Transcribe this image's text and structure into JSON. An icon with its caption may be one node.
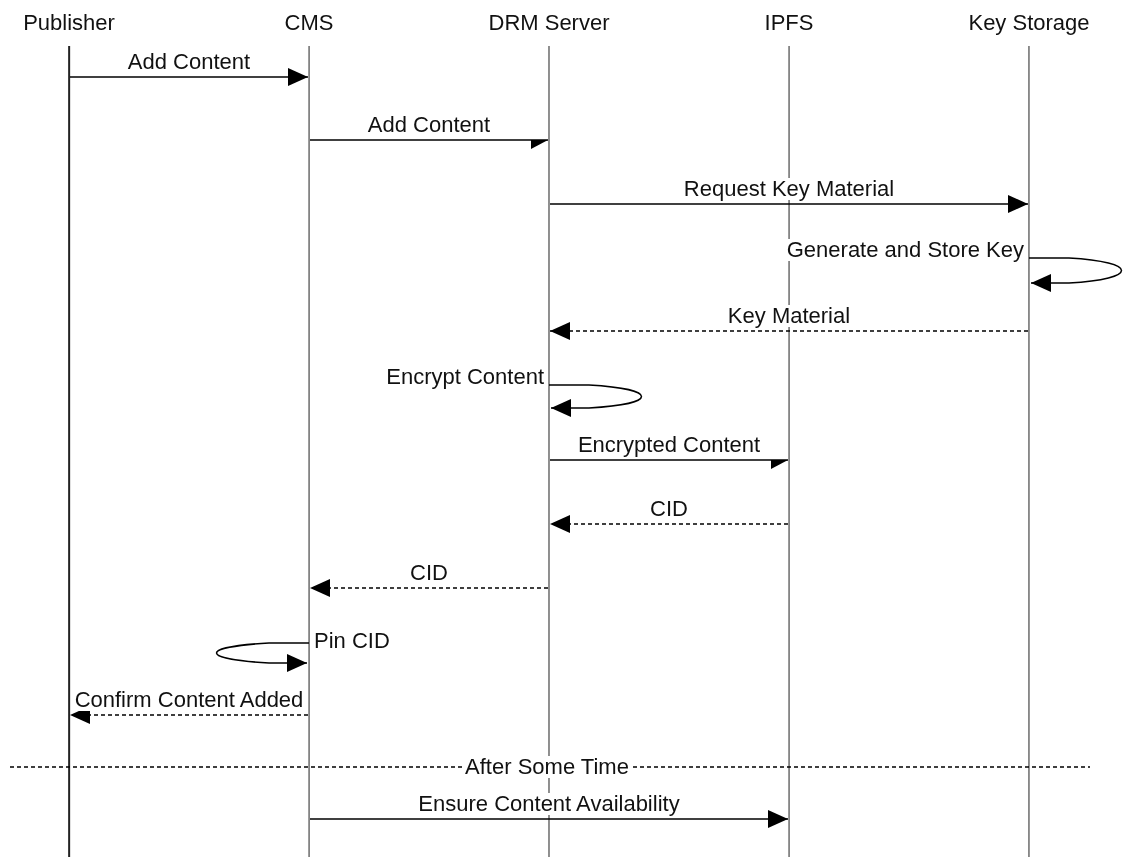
{
  "diagram": {
    "nodes": [
      {
        "text": [
          "Publisher"
        ]
      },
      {
        "text": [
          "CMS"
        ]
      },
      {
        "text": [
          "DRM Server"
        ]
      },
      {
        "text": [
          "IPFS"
        ]
      },
      {
        "text": [
          "Key Storage"
        ]
      }
    ],
    "edges": [
      {
        "from": 0,
        "to": 1,
        "arrow": "to",
        "label": "Add Content"
      },
      {
        "from": 1,
        "to": 2,
        "arrow": "to",
        "label": "Add Content"
      },
      {
        "from": 2,
        "to": 4,
        "arrow": "to",
        "label": "Request Key Material"
      },
      {
        "from": 4,
        "to": 4,
        "arrow": "to",
        "label": "Generate and Store Key"
      },
      {
        "from": 4,
        "to": 2,
        "arrow": "to",
        "label": "Key Material",
        "style": "dashed"
      },
      {
        "from": 2,
        "to": 2,
        "arrow": "to",
        "label": "Encrypt Content"
      },
      {
        "from": 2,
        "to": 3,
        "arrow": "to",
        "label": "Encrypted Content"
      },
      {
        "from": 3,
        "to": 2,
        "arrow": "to",
        "label": "CID",
        "style": "dashed"
      },
      {
        "from": 2,
        "to": 1,
        "arrow": "to",
        "label": "CID",
        "style": "dashed"
      },
      {
        "from": 1,
        "to": 1,
        "arrow": "to",
        "label": "Pin CID"
      },
      {
        "from": 1,
        "to": 0,
        "arrow": "to",
        "label": "Confirm Content Added",
        "style": "dashed"
      },
      {
        "from": 1,
        "to": 3,
        "arrow": "to",
        "label": "Ensure Content Availability"
      }
    ],
    "labels": [
      "After Some Time"
    ]
  }
}
